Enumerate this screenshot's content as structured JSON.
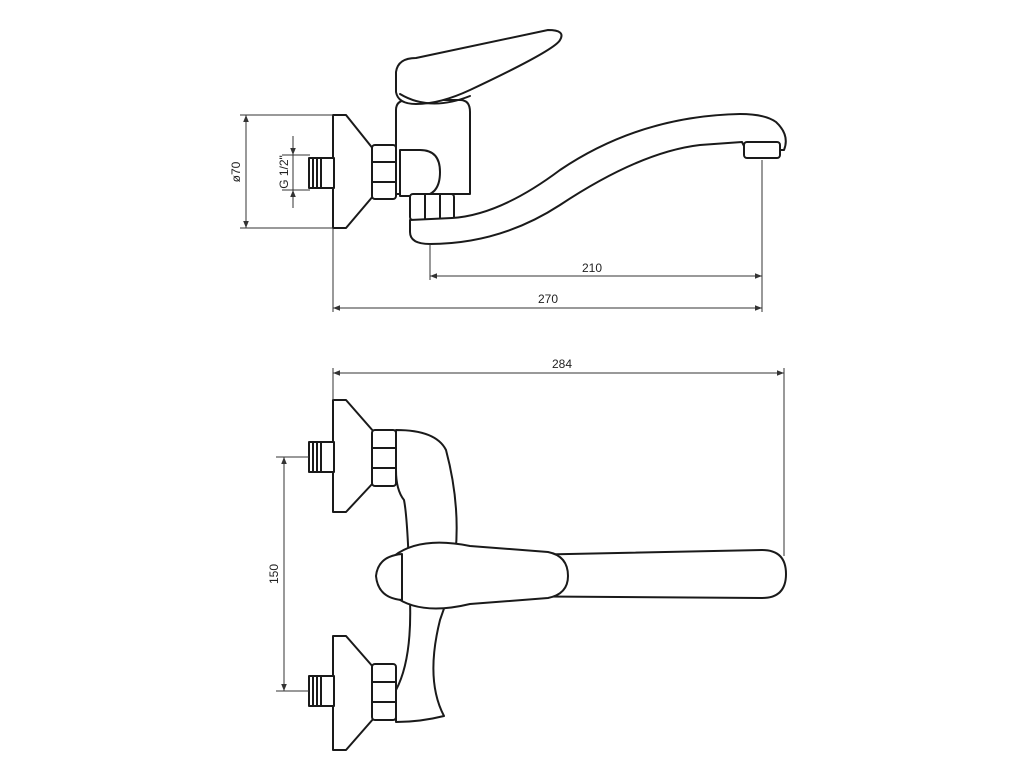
{
  "colors": {
    "line": "#1a1a1a",
    "dimension": "#333333",
    "background": "#ffffff"
  },
  "side_view": {
    "dim_diameter": "ø70",
    "dim_thread": "G 1/2\"",
    "dim_spout_reach": "210",
    "dim_total_depth": "270"
  },
  "top_view": {
    "dim_total_width": "284",
    "dim_inlet_spacing": "150"
  }
}
